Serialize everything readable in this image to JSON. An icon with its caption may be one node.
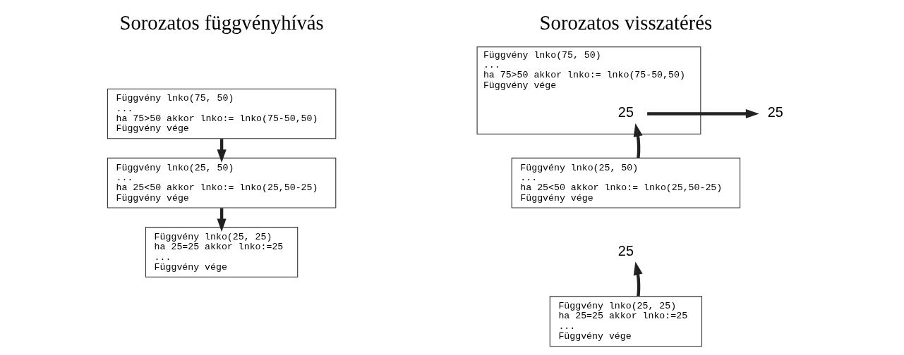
{
  "diagram": {
    "nodes": [
      {
        "text": [
          "Függvény lnko(75, 50)",
          "...",
          "ha 75>50 akkor lnko:= lnko(75-50,50)",
          "Függvény vége"
        ]
      },
      {
        "text": [
          "Függvény lnko(25, 50)",
          "...",
          "ha 25<50 akkor lnko:= lnko(25,50-25)",
          "Függvény vége"
        ]
      },
      {
        "text": [
          "Függvény lnko(25, 25)",
          "ha 25=25 akkor lnko:=25",
          "...",
          "Függvény vége"
        ]
      },
      {
        "text": [
          "Függvény lnko(75, 50)",
          "...",
          "ha 75>50 akkor lnko:= lnko(75-50,50)",
          "Függvény vége"
        ]
      },
      {
        "text": [
          "Függvény lnko(25, 50)",
          "...",
          "ha 25<50 akkor lnko:= lnko(25,50-25)",
          "Függvény vége"
        ]
      },
      {
        "text": [
          "Függvény lnko(25, 25)",
          "ha 25=25 akkor lnko:=25",
          "...",
          "Függvény vége"
        ]
      },
      {
        "text": [
          "25"
        ]
      },
      {
        "text": [
          "25"
        ],
        "in": 3
      },
      {
        "text": [
          "25"
        ]
      }
    ],
    "edges": [
      {
        "from": 0,
        "to": 1,
        "arrow": "to"
      },
      {
        "from": 1,
        "to": 2,
        "arrow": "to"
      },
      {
        "from": 7,
        "to": 6,
        "arrow": "to"
      },
      {
        "from": 4,
        "to": 7,
        "arrow": "to"
      },
      {
        "from": 5,
        "to": 8,
        "arrow": "to"
      }
    ],
    "labels": [
      "Sorozatos függvényhívás",
      "Sorozatos visszatérés"
    ]
  }
}
